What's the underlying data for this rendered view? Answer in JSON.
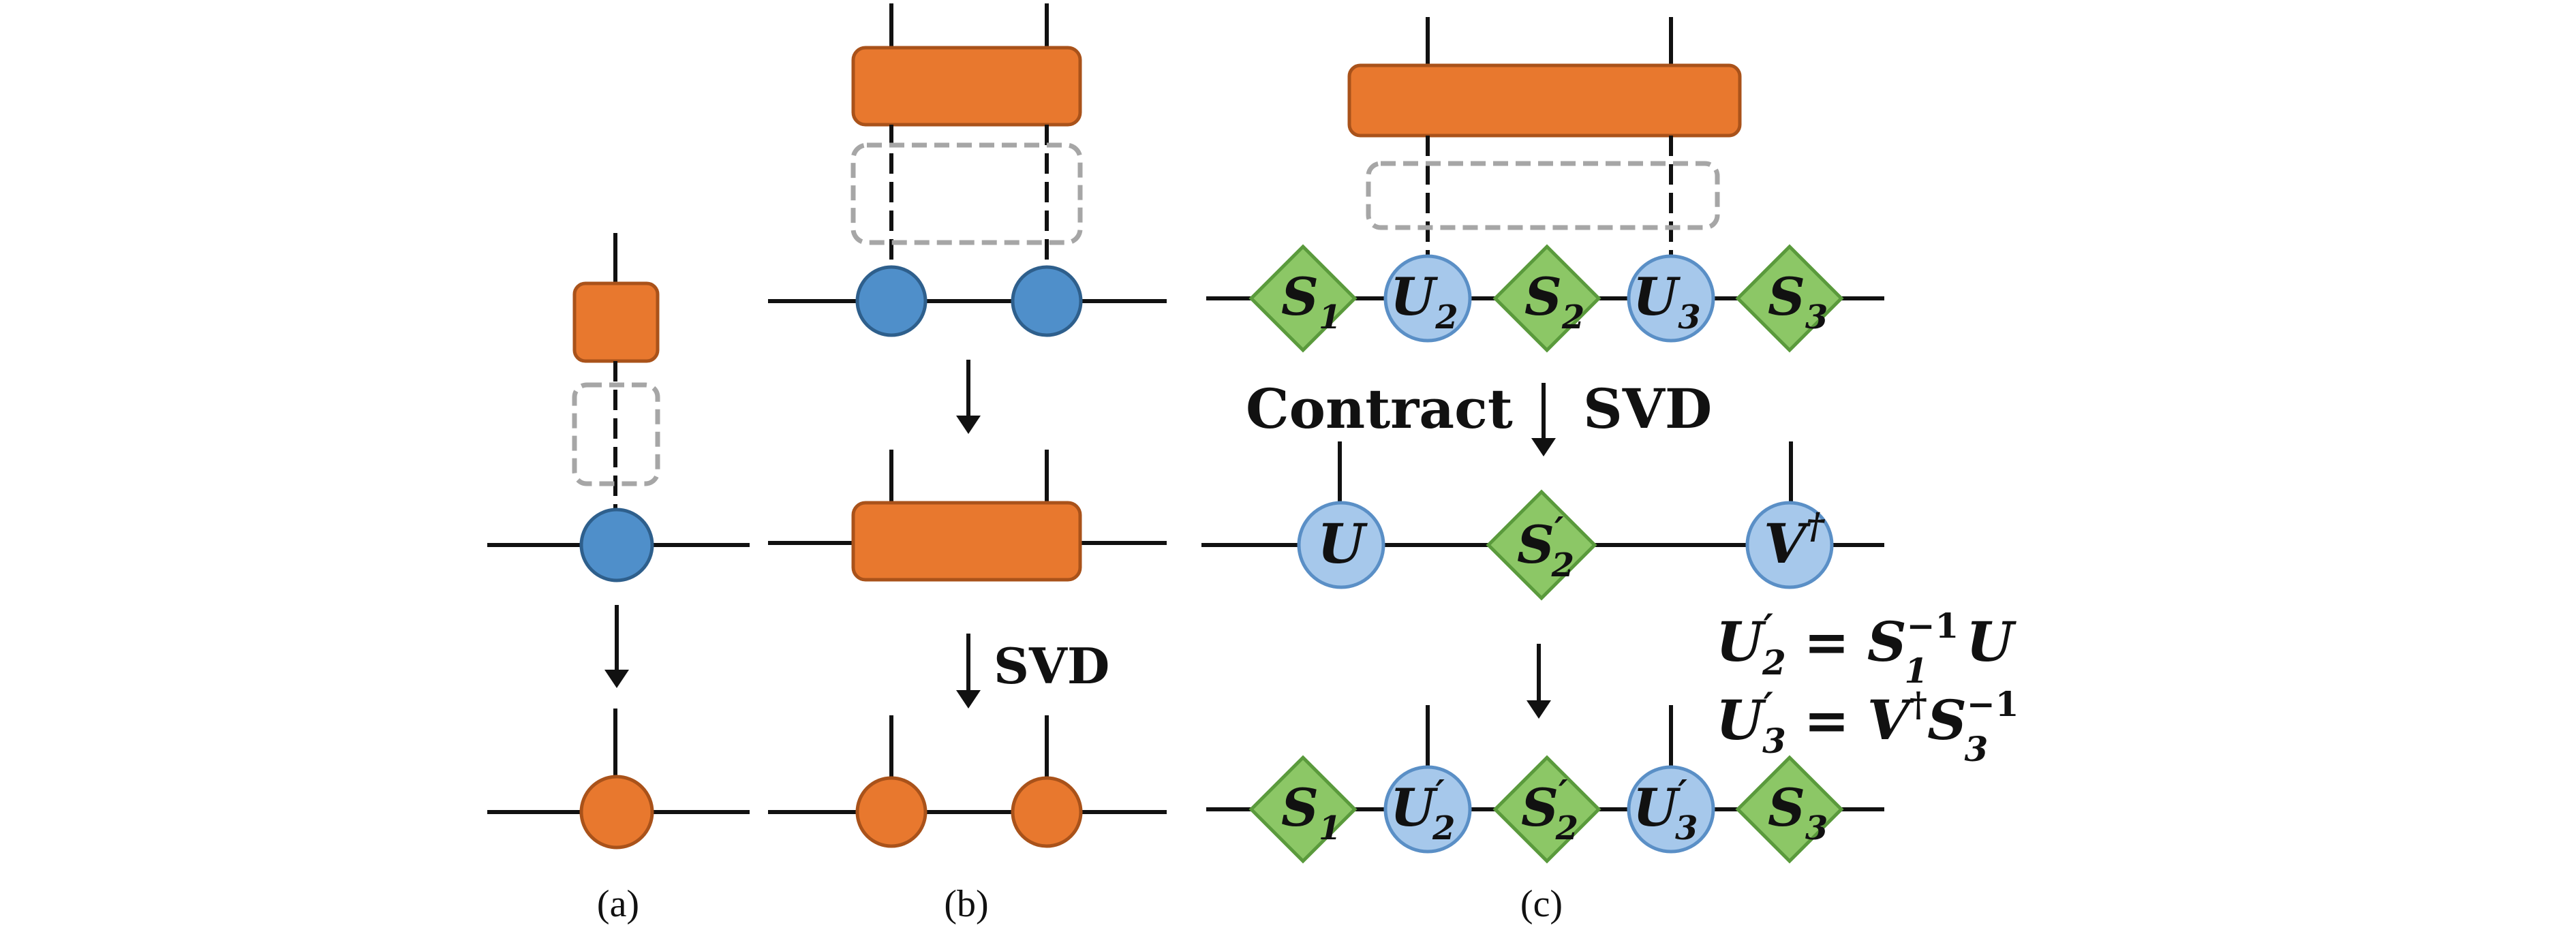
{
  "captions": {
    "a": "(a)",
    "b": "(b)",
    "c": "(c)"
  },
  "ops": {
    "svd_b": "SVD",
    "contract": "Contract",
    "svd_c": "SVD"
  },
  "tensors": {
    "S": "S",
    "U": "U",
    "V": "V",
    "sub1": "1",
    "sub2": "2",
    "sub3": "3",
    "prime": "′",
    "dagger": "†"
  },
  "equations": {
    "eq1": {
      "lhs_base": "U",
      "lhs_prime": "′",
      "lhs_sub": "2",
      "equals": "=",
      "s_base": "S",
      "s_sup": "−1",
      "s_sub": "1",
      "tail": "U"
    },
    "eq2": {
      "lhs_base": "U",
      "lhs_prime": "′",
      "lhs_sub": "3",
      "equals": "=",
      "v_base": "V",
      "v_sup": "†",
      "s_base": "S",
      "s_sup": "−1",
      "s_sub": "3"
    }
  },
  "colors": {
    "gate_orange": "#E8782E",
    "node_blue": "#4F8FCA",
    "node_light_blue": "#A6C8EB",
    "diamond_green": "#8CC766",
    "dashed_gray": "#A6A6A6"
  }
}
